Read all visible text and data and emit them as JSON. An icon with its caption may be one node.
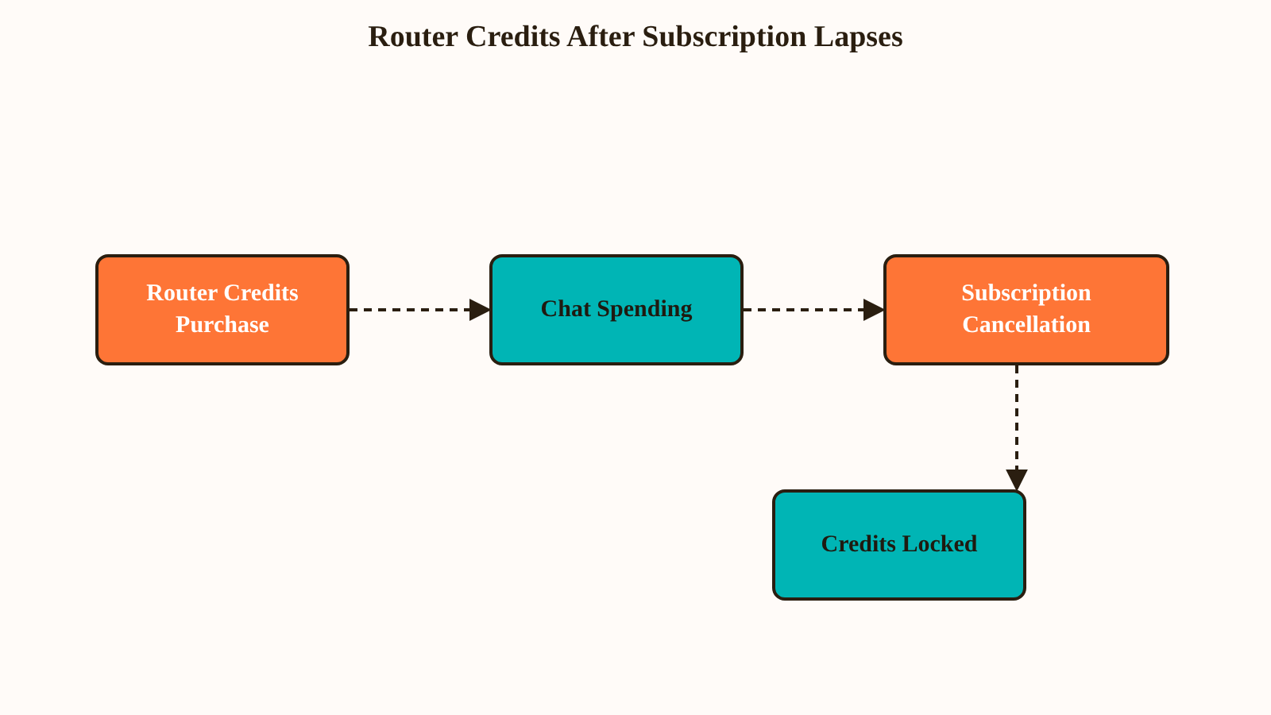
{
  "diagram": {
    "title": "Router Credits After Subscription Lapses",
    "nodes": [
      {
        "text": [
          "Router Credits Purchase"
        ]
      },
      {
        "text": [
          "Chat Spending"
        ]
      },
      {
        "text": [
          "Subscription Cancellation"
        ]
      },
      {
        "text": [
          "Credits Locked"
        ]
      }
    ],
    "edges": [
      {
        "from": 0,
        "to": 1,
        "arrow": "to",
        "style": "dashed"
      },
      {
        "from": 1,
        "to": 2,
        "arrow": "to",
        "style": "dashed"
      },
      {
        "from": 2,
        "to": 3,
        "arrow": "to",
        "style": "dashed"
      }
    ]
  }
}
